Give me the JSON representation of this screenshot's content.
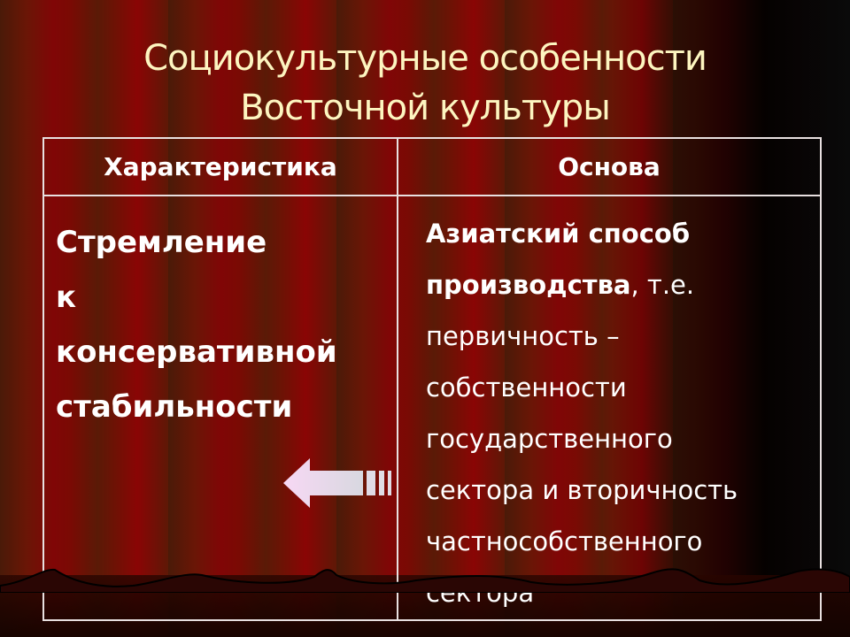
{
  "slide": {
    "title_line1": "Социокультурные особенности",
    "title_line2": "Восточной культуры",
    "table": {
      "headers": [
        "Характеристика",
        "Основа"
      ],
      "left_cell": {
        "lines": [
          "Стремление",
          "к",
          "консервативной",
          "стабильности"
        ]
      },
      "right_cell": {
        "bold_line1": "Азиатский способ",
        "bold_line2": "производства",
        "line2_suffix": ", т.е.",
        "lines": [
          "первичность –",
          "собственности",
          "государственного",
          "сектора и вторичность",
          "частнособственного",
          "сектора"
        ]
      }
    },
    "arrow_icon": "left-arrow-icon",
    "colors": {
      "title": "#fdf5c0",
      "text": "#ffffff",
      "curtain": "#800606",
      "arrow": "#f0d8f0"
    }
  }
}
